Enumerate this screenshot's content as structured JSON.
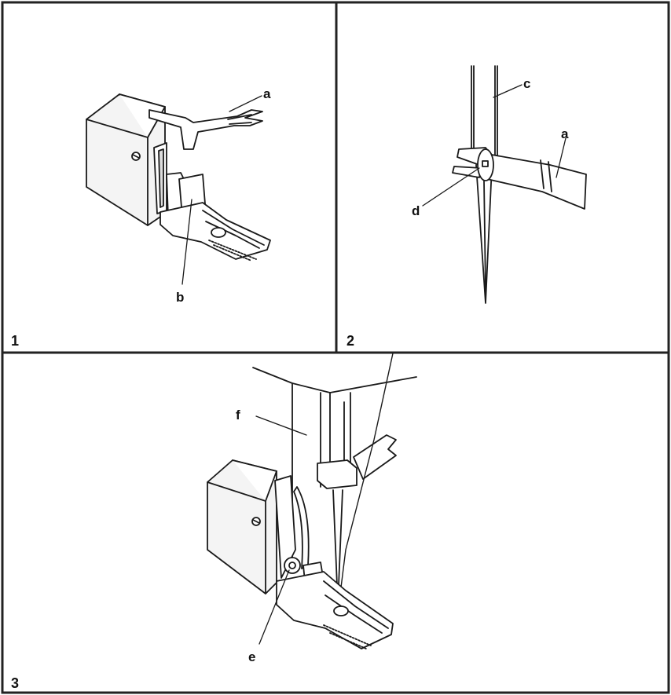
{
  "panels": [
    {
      "number": "1",
      "callouts": {
        "a": "a",
        "b": "b"
      }
    },
    {
      "number": "2",
      "callouts": {
        "c": "c",
        "a": "a",
        "d": "d"
      }
    },
    {
      "number": "3",
      "callouts": {
        "f": "f",
        "e": "e"
      }
    }
  ],
  "colors": {
    "line": "#1a1a1a",
    "frame": "#222222",
    "shade": "#e6e6e6",
    "fill": "#ffffff"
  }
}
